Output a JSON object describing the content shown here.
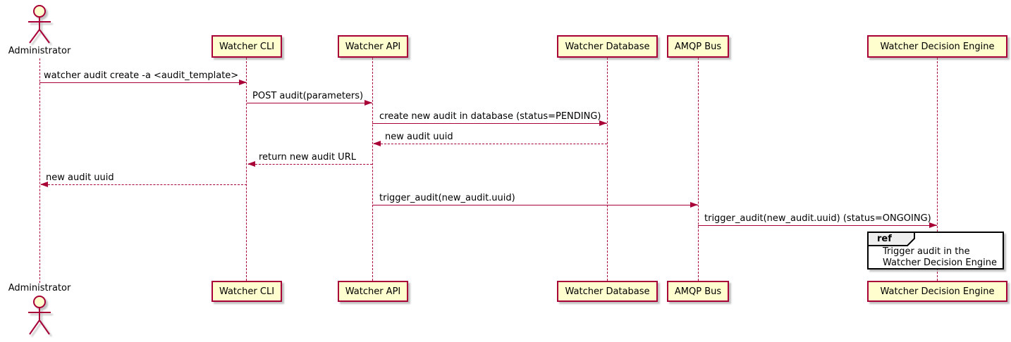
{
  "diagram": {
    "type": "uml-sequence",
    "background": "#FFFFFF"
  },
  "colors": {
    "participant_fill": "#FEFECE",
    "participant_border": "#A80036",
    "arrow": "#A80036",
    "lifeline": "#A80036",
    "text": "#000000",
    "ref_border": "#000000",
    "ref_tab_fill": "#EEEEEE",
    "ref_body_fill": "#FFFFFF"
  },
  "actor": {
    "name": "Administrator"
  },
  "participants": [
    {
      "name": "Watcher CLI"
    },
    {
      "name": "Watcher API"
    },
    {
      "name": "Watcher Database"
    },
    {
      "name": "AMQP Bus"
    },
    {
      "name": "Watcher Decision Engine"
    }
  ],
  "messages": [
    {
      "label": "watcher audit create -a <audit_template>",
      "from": "Administrator",
      "to": "Watcher CLI",
      "line": "solid",
      "direction": "right"
    },
    {
      "label": "POST audit(parameters)",
      "from": "Watcher CLI",
      "to": "Watcher API",
      "line": "solid",
      "direction": "right"
    },
    {
      "label": "create new audit in database (status=PENDING)",
      "from": "Watcher API",
      "to": "Watcher Database",
      "line": "solid",
      "direction": "right"
    },
    {
      "label": "new audit uuid",
      "from": "Watcher Database",
      "to": "Watcher API",
      "line": "dashed",
      "direction": "left"
    },
    {
      "label": "return new audit URL",
      "from": "Watcher API",
      "to": "Watcher CLI",
      "line": "dashed",
      "direction": "left"
    },
    {
      "label": "new audit uuid",
      "from": "Watcher CLI",
      "to": "Administrator",
      "line": "dashed",
      "direction": "left"
    },
    {
      "label": "trigger_audit(new_audit.uuid)",
      "from": "Watcher API",
      "to": "AMQP Bus",
      "line": "solid",
      "direction": "right"
    },
    {
      "label": "trigger_audit(new_audit.uuid) (status=ONGOING)",
      "from": "AMQP Bus",
      "to": "Watcher Decision Engine",
      "line": "solid",
      "direction": "right"
    }
  ],
  "ref_fragment": {
    "keyword": "ref",
    "lines": [
      "Trigger audit in the",
      "Watcher Decision Engine"
    ],
    "over": "Watcher Decision Engine"
  }
}
